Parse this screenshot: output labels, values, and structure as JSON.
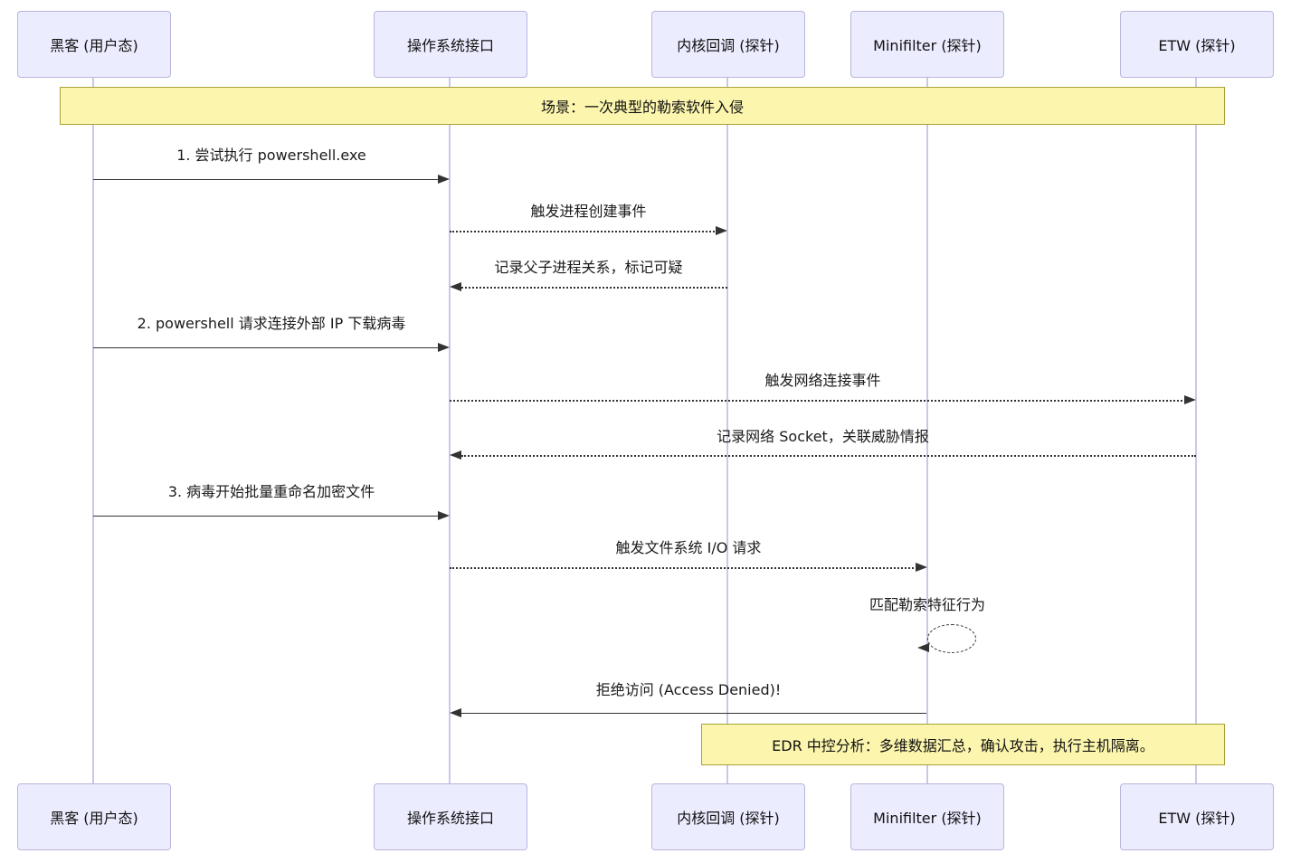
{
  "diagram": {
    "type": "sequence-diagram",
    "scene_note": "场景：一次典型的勒索软件入侵",
    "summary_note": "EDR 中控分析：多维数据汇总，确认攻击，执行主机隔离。",
    "actors": [
      {
        "name": "黑客 (用户态)"
      },
      {
        "name": "操作系统接口"
      },
      {
        "name": "内核回调 (探针)"
      },
      {
        "name": "Minifilter (探针)"
      },
      {
        "name": "ETW (探针)"
      }
    ],
    "messages": [
      {
        "label": "1. 尝试执行 powershell.exe",
        "from": "黑客 (用户态)",
        "to": "操作系统接口",
        "style": "solid"
      },
      {
        "label": "触发进程创建事件",
        "from": "操作系统接口",
        "to": "内核回调 (探针)",
        "style": "dotted"
      },
      {
        "label": "记录父子进程关系，标记可疑",
        "from": "内核回调 (探针)",
        "to": "操作系统接口",
        "style": "dotted"
      },
      {
        "label": "2. powershell 请求连接外部 IP 下载病毒",
        "from": "黑客 (用户态)",
        "to": "操作系统接口",
        "style": "solid"
      },
      {
        "label": "触发网络连接事件",
        "from": "操作系统接口",
        "to": "ETW (探针)",
        "style": "dotted"
      },
      {
        "label": "记录网络 Socket，关联威胁情报",
        "from": "ETW (探针)",
        "to": "操作系统接口",
        "style": "dotted"
      },
      {
        "label": "3. 病毒开始批量重命名加密文件",
        "from": "黑客 (用户态)",
        "to": "操作系统接口",
        "style": "solid"
      },
      {
        "label": "触发文件系统 I/O 请求",
        "from": "操作系统接口",
        "to": "Minifilter (探针)",
        "style": "dotted"
      },
      {
        "label": "匹配勒索特征行为",
        "from": "Minifilter (探针)",
        "to": "Minifilter (探针)",
        "style": "dotted-self-loop"
      },
      {
        "label": "拒绝访问 (Access Denied)!",
        "from": "Minifilter (探针)",
        "to": "操作系统接口",
        "style": "solid"
      }
    ],
    "colors": {
      "actor_fill": "#ECECFF",
      "actor_border": "#b9b5dc",
      "lifeline": "#cbc7e9",
      "note_fill": "#fbf5ad",
      "note_border": "#a9a23a",
      "arrow": "#333333",
      "text": "#1a1a1a"
    }
  }
}
